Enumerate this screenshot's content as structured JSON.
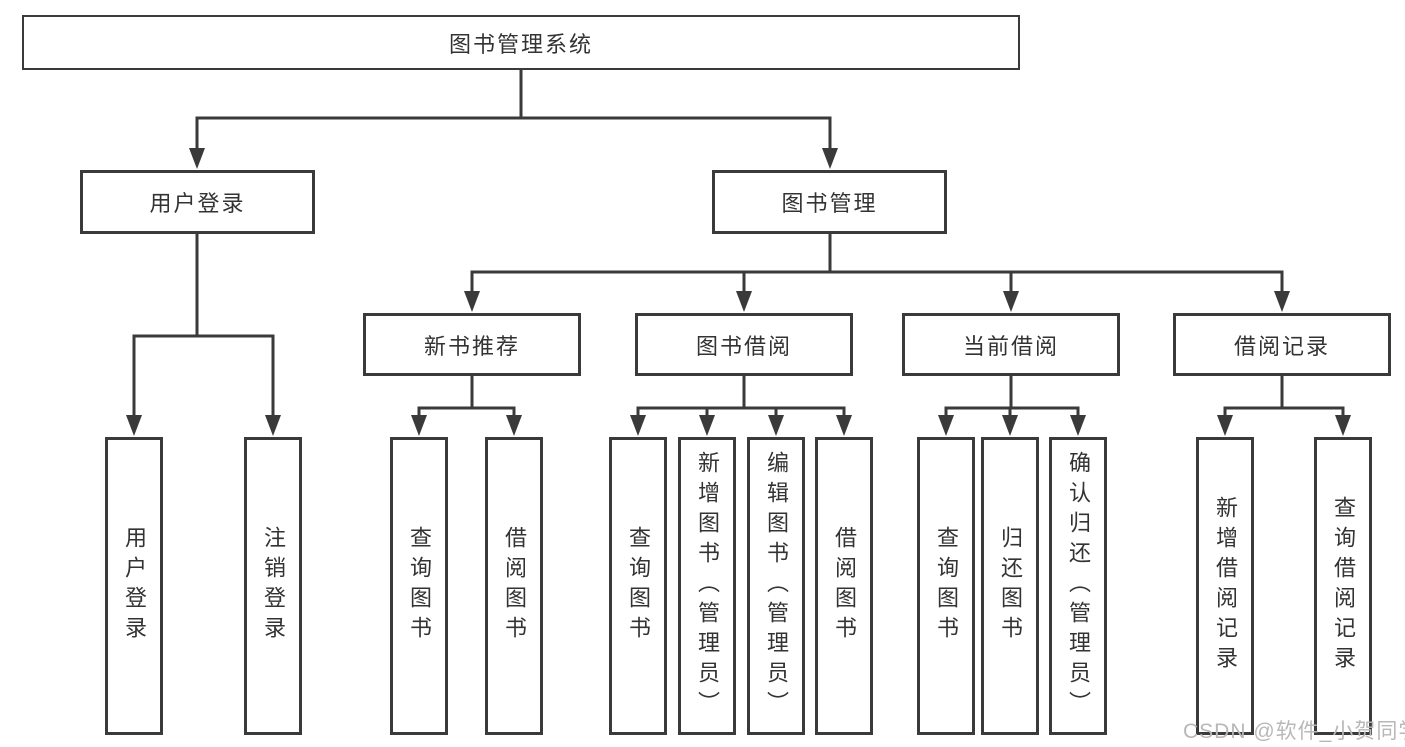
{
  "diagram": {
    "root": "图书管理系统",
    "branches": [
      {
        "label": "用户登录",
        "children": [
          "用户登录",
          "注销登录"
        ]
      },
      {
        "label": "图书管理",
        "children": [
          {
            "label": "新书推荐",
            "children": [
              "查询图书",
              "借阅图书"
            ]
          },
          {
            "label": "图书借阅",
            "children": [
              "查询图书",
              "新增图书（管理员）",
              "编辑图书（管理员）",
              "借阅图书"
            ]
          },
          {
            "label": "当前借阅",
            "children": [
              "查询图书",
              "归还图书",
              "确认归还（管理员）"
            ]
          },
          {
            "label": "借阅记录",
            "children": [
              "新增借阅记录",
              "查询借阅记录"
            ]
          }
        ]
      }
    ]
  },
  "watermark": "CSDN @软件_小贺同学",
  "colors": {
    "line": "#3a3a3a",
    "text": "#333333",
    "watermark": "#b8b8b8",
    "background": "#ffffff"
  }
}
